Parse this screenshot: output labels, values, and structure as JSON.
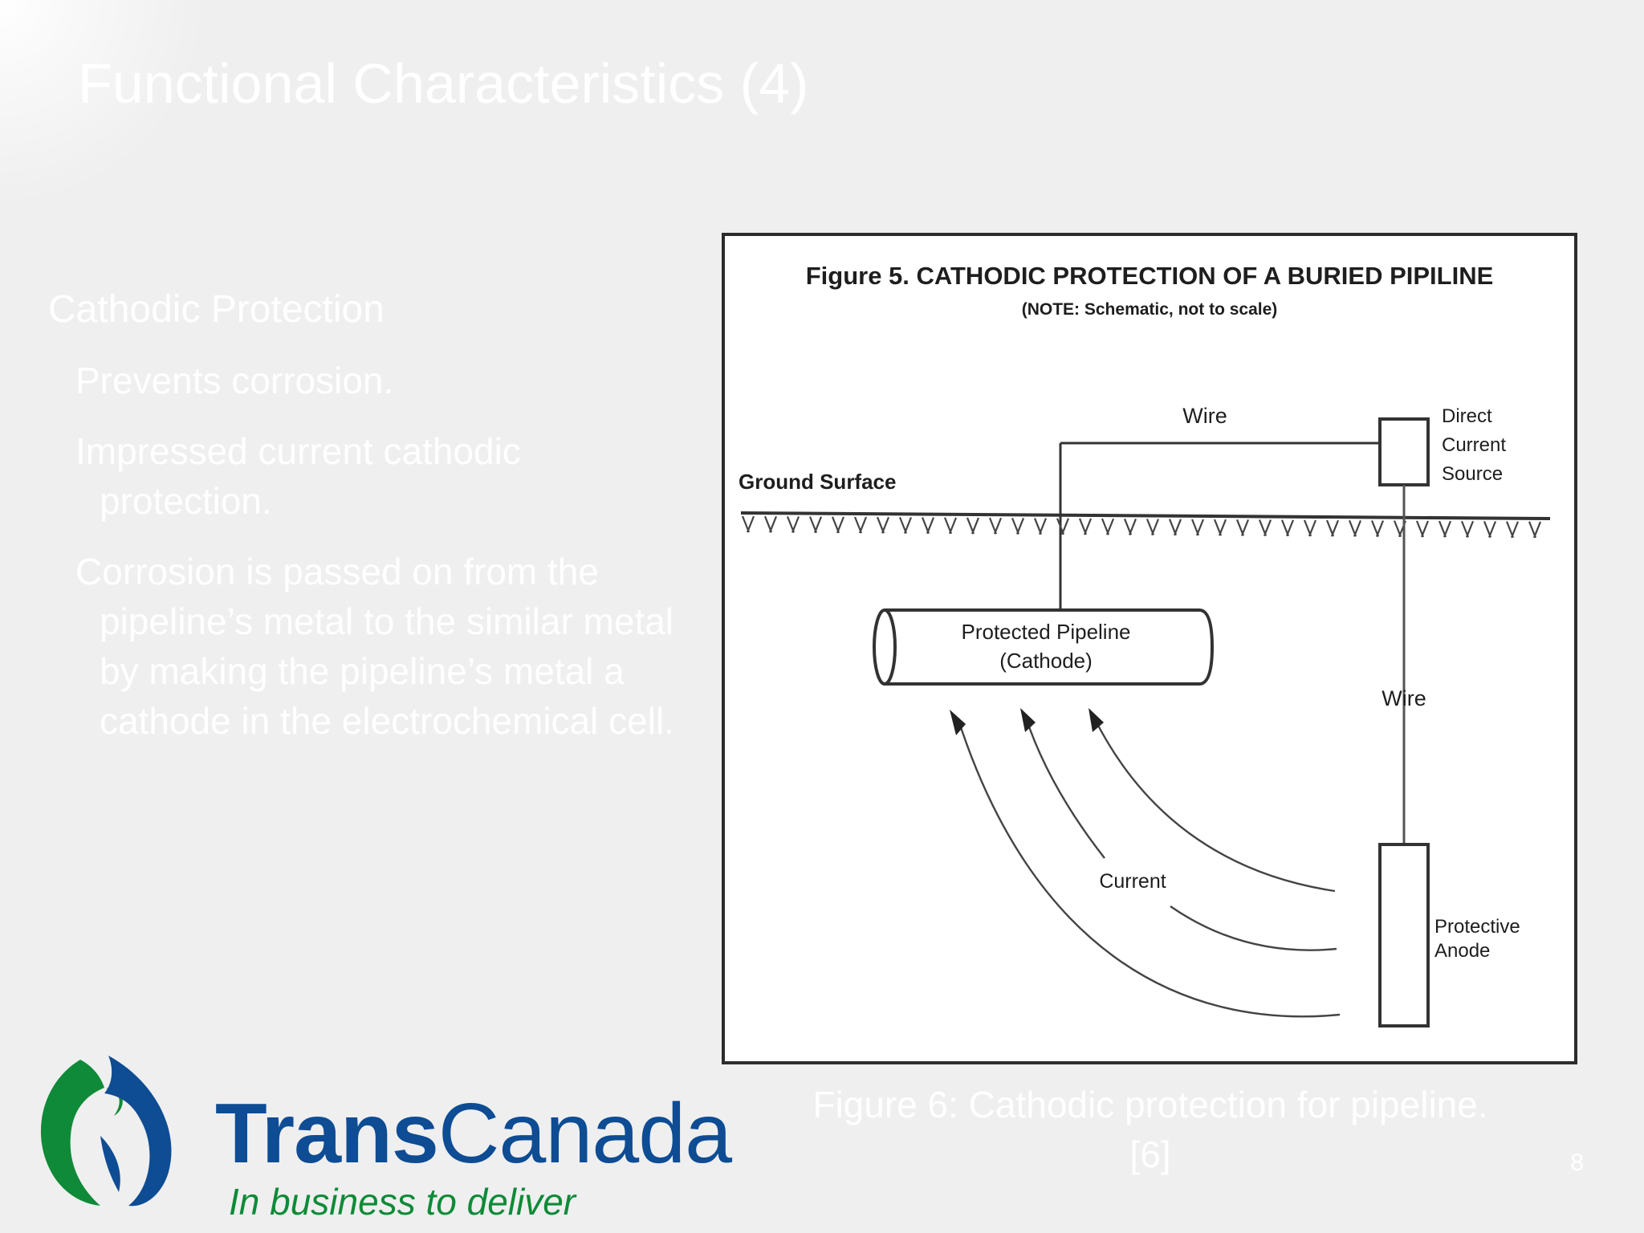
{
  "slide": {
    "title": "Functional Characteristics (4)",
    "page_number": "8"
  },
  "content": {
    "heading": "Cathodic Protection",
    "points": [
      "Prevents corrosion.",
      "Impressed current cathodic protection.",
      "Corrosion is passed on from the pipeline’s metal to the similar metal by making the pipeline’s metal a cathode in the electrochemical cell."
    ]
  },
  "figure": {
    "title": "Figure 5. CATHODIC PROTECTION OF A BURIED PIPILINE",
    "note": "(NOTE: Schematic, not to scale)",
    "labels": {
      "wire_top": "Wire",
      "dc_source_1": "Direct",
      "dc_source_2": "Current",
      "dc_source_3": "Source",
      "ground": "Ground Surface",
      "pipeline_1": "Protected Pipeline",
      "pipeline_2": "(Cathode)",
      "wire_side": "Wire",
      "current": "Current",
      "anode_1": "Protective",
      "anode_2": "Anode"
    },
    "caption_line1": "Figure 6: Cathodic protection for pipeline.",
    "caption_line2": "[6]"
  },
  "brand": {
    "name_bold": "Trans",
    "name_regular": "Canada",
    "tagline": "In business to deliver",
    "colors": {
      "blue": "#0e4c94",
      "green": "#0f8a38"
    }
  }
}
